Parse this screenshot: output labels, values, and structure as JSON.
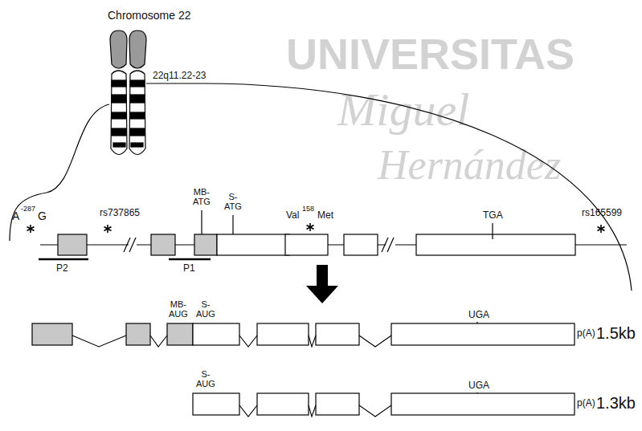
{
  "diagram": {
    "labels": [
      "Chromosome 22",
      "22q11.22-23",
      "A",
      "-287",
      "G",
      "rs737865",
      "MB-ATG",
      "S-ATG",
      "Val",
      "158",
      "Met",
      "TGA",
      "rs165599",
      "P2",
      "P1",
      "MB-AUG",
      "S-AUG",
      "UGA",
      "p(A)",
      "1.5kb",
      "S-AUG",
      "UGA",
      "p(A)",
      "1.3kb",
      "UNIVERSITAS",
      "Miguel",
      "Hernández"
    ]
  }
}
